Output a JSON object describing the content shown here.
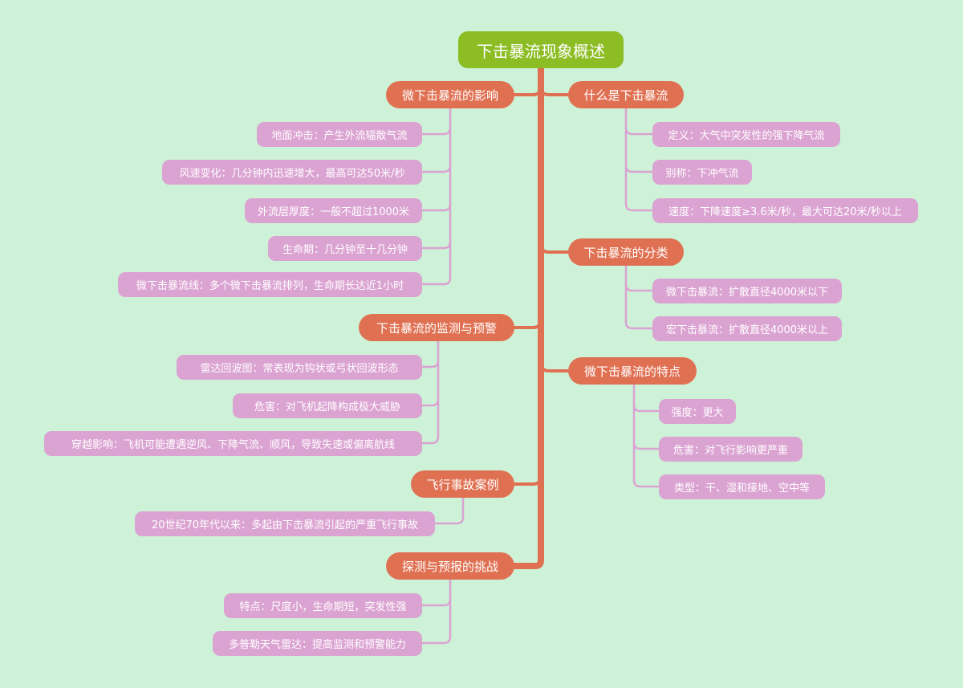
{
  "root": {
    "label": "下击暴流现象概述"
  },
  "branches": [
    {
      "label": "微下击暴流的影响",
      "items": [
        "地面冲击：产生外流辐散气流",
        "风速变化：几分钟内迅速增大，最高可达50米/秒",
        "外流层厚度：一般不超过1000米",
        "生命期：几分钟至十几分钟",
        "微下击暴流线：多个微下击暴流排列，生命期长达近1小时"
      ]
    },
    {
      "label": "下击暴流的监测与预警",
      "items": [
        "雷达回波图：常表现为钩状或弓状回波形态",
        "危害：对飞机起降构成极大威胁",
        "穿越影响：飞机可能遭遇逆风、下降气流、顺风，导致失速或偏离航线"
      ]
    },
    {
      "label": "飞行事故案例",
      "items": [
        "20世纪70年代以来：多起由下击暴流引起的严重飞行事故"
      ]
    },
    {
      "label": "探测与预报的挑战",
      "items": [
        "特点：尺度小，生命期短，突发性强",
        "多普勒天气雷达：提高监测和预警能力"
      ]
    },
    {
      "label": "什么是下击暴流",
      "items": [
        "定义：大气中突发性的强下降气流",
        "别称：下冲气流",
        "速度：下降速度≥3.6米/秒，最大可达20米/秒以上"
      ]
    },
    {
      "label": "下击暴流的分类",
      "items": [
        "微下击暴流：扩散直径4000米以下",
        "宏下击暴流：扩散直径4000米以上"
      ]
    },
    {
      "label": "微下击暴流的特点",
      "items": [
        "强度：更大",
        "危害：对飞行影响更严重",
        "类型：干、湿和接地、空中等"
      ]
    }
  ],
  "colors": {
    "background": "#cdf2d8",
    "root": "#8cbd24",
    "topic": "#e07052",
    "leaf": "#dba3d2",
    "topic_link": "#e07052",
    "leaf_link": "#dba3d2"
  }
}
